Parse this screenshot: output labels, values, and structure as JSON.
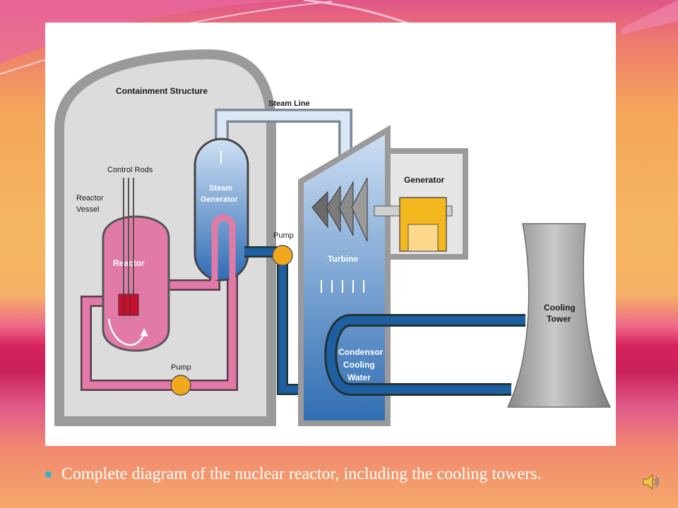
{
  "diagram": {
    "labels": {
      "containment": "Containment Structure",
      "steam_line": "Steam Line",
      "control_rods": "Control Rods",
      "reactor_vessel_1": "Reactor",
      "reactor_vessel_2": "Vessel",
      "steam_gen_1": "Steam",
      "steam_gen_2": "Generator",
      "reactor": "Reactor",
      "pump_top": "Pump",
      "pump_bottom": "Pump",
      "generator": "Generator",
      "turbine": "Turbine",
      "condensor_1": "Condensor",
      "condensor_2": "Cooling",
      "condensor_3": "Water",
      "cooling_tower_1": "Cooling",
      "cooling_tower_2": "Tower"
    },
    "colors": {
      "containment": "#9a9a9a",
      "primary_loop": "#e27aa8",
      "reactor_core": "#c8102e",
      "steam_line": "#b9cfe6",
      "secondary_loop": "#1d5fa0",
      "pump": "#f2a81d",
      "generator": "#f2b81d",
      "cooling_tower": "#a6a6a6"
    }
  },
  "caption": "Complete diagram of the nuclear reactor, including the cooling towers.",
  "icons": {
    "bullet": "bullet-dot",
    "audio": "speaker-icon"
  }
}
